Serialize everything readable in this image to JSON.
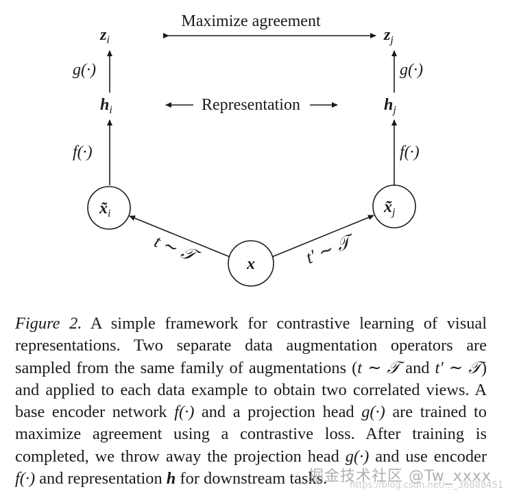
{
  "diagram": {
    "top_label": "Maximize agreement",
    "middle_label": "Representation",
    "left": {
      "z": "z",
      "z_sub": "i",
      "g": "g(·)",
      "h": "h",
      "h_sub": "i",
      "f": "f(·)",
      "x": "x̃",
      "x_sub": "i"
    },
    "right": {
      "z": "z",
      "z_sub": "j",
      "g": "g(·)",
      "h": "h",
      "h_sub": "j",
      "f": "f(·)",
      "x": "x̃",
      "x_sub": "j"
    },
    "center": {
      "x": "x"
    },
    "edge_left": "t ∼ 𝒯",
    "edge_right": "t′ ∼ 𝒯"
  },
  "caption": {
    "fig_label": "Figure 2.",
    "seg1": " A simple framework for contrastive learning of visual representations. Two separate data augmentation operators are sampled from the same family of augmentations (",
    "m_t": "t ∼ 𝒯",
    "seg2": " and ",
    "m_tp": "t′ ∼ 𝒯",
    "seg3": ") and applied to each data example to obtain two correlated views. A base encoder network ",
    "m_f1": "f(·)",
    "seg4": " and a projection head ",
    "m_g1": "g(·)",
    "seg5": " are trained to maximize agreement using a contrastive loss. After training is completed, we throw away the projection head ",
    "m_g2": "g(·)",
    "seg6": " and use encoder ",
    "m_f2": "f(·)",
    "seg7": " and representation ",
    "m_h": "h",
    "seg8": " for downstream tasks."
  },
  "watermark": {
    "main": "掘金技术社区 @Tw_xxxx",
    "sub": "https://blog.csdn.net/..._36888451"
  }
}
